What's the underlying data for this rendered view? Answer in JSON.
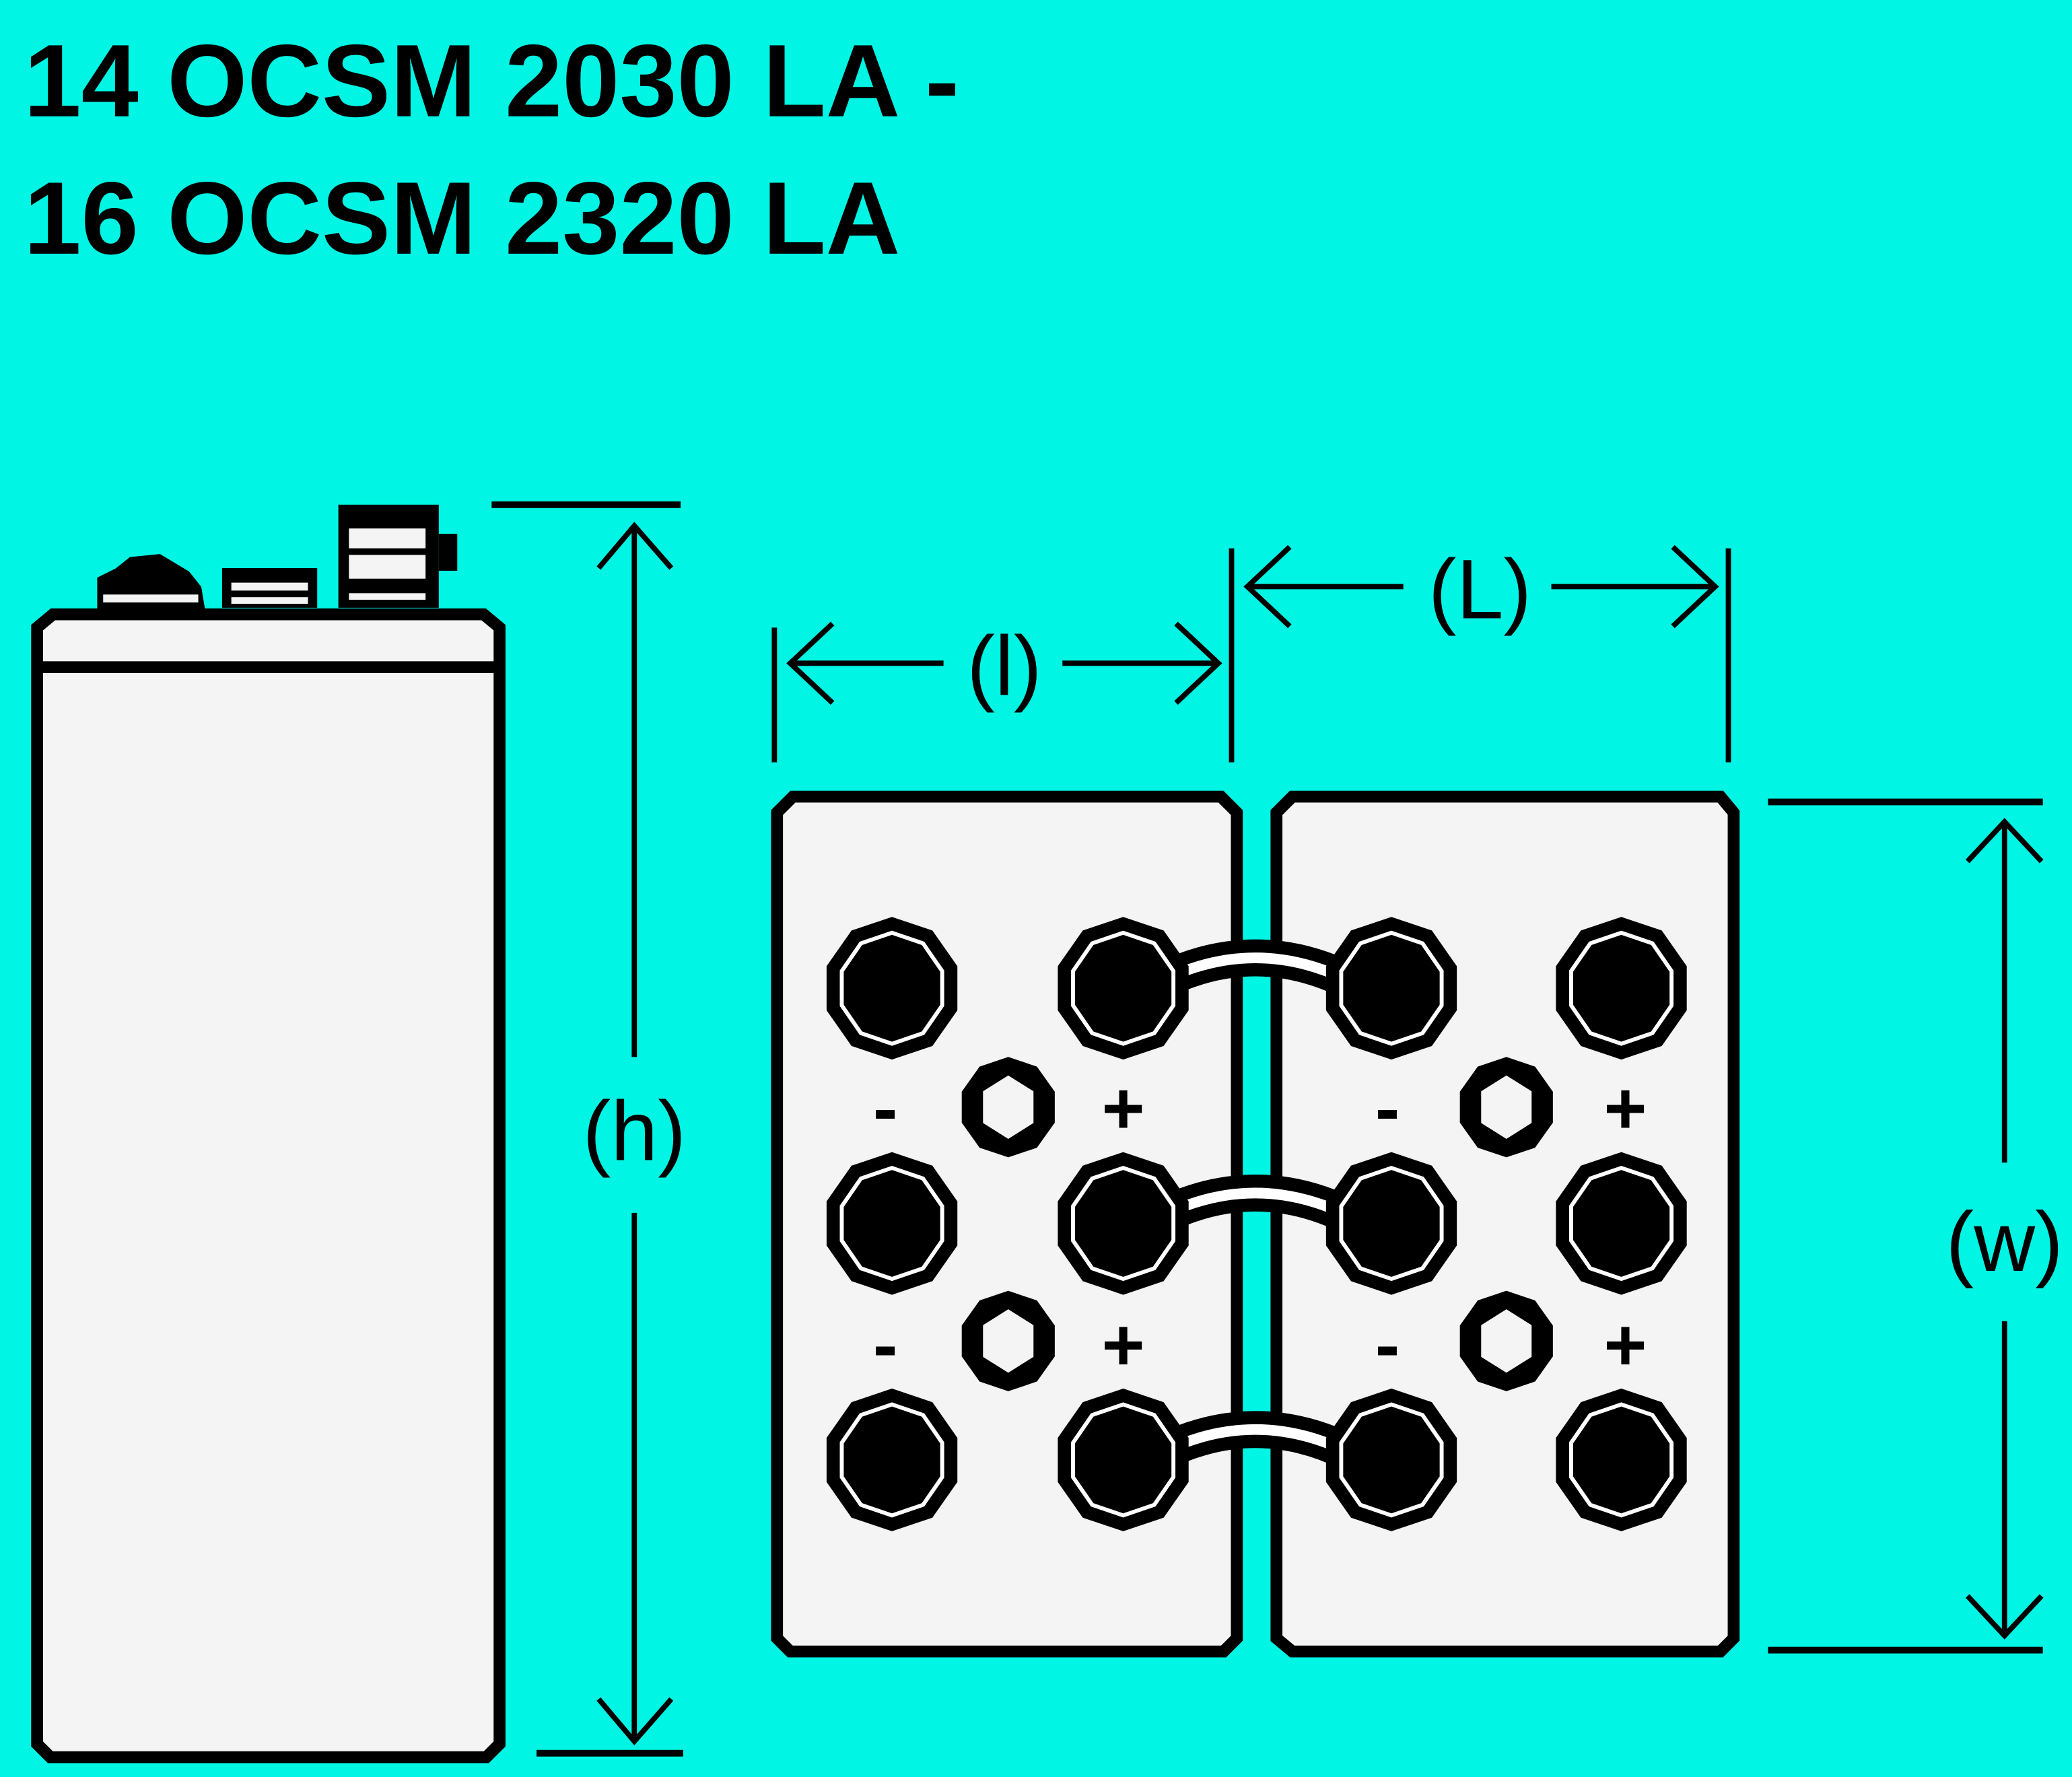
{
  "title": {
    "line1": "14 OCSM 2030 LA -",
    "line2": "16 OCSM 2320 LA"
  },
  "dimensions": {
    "height": "(h)",
    "cell_length": "(l)",
    "total_length": "(L)",
    "width": "(w)"
  },
  "polarity": {
    "negative": "-",
    "positive": "+"
  },
  "colors": {
    "background": "#00F5E4",
    "cell_fill": "#F4F4F4",
    "outline": "#000000"
  }
}
